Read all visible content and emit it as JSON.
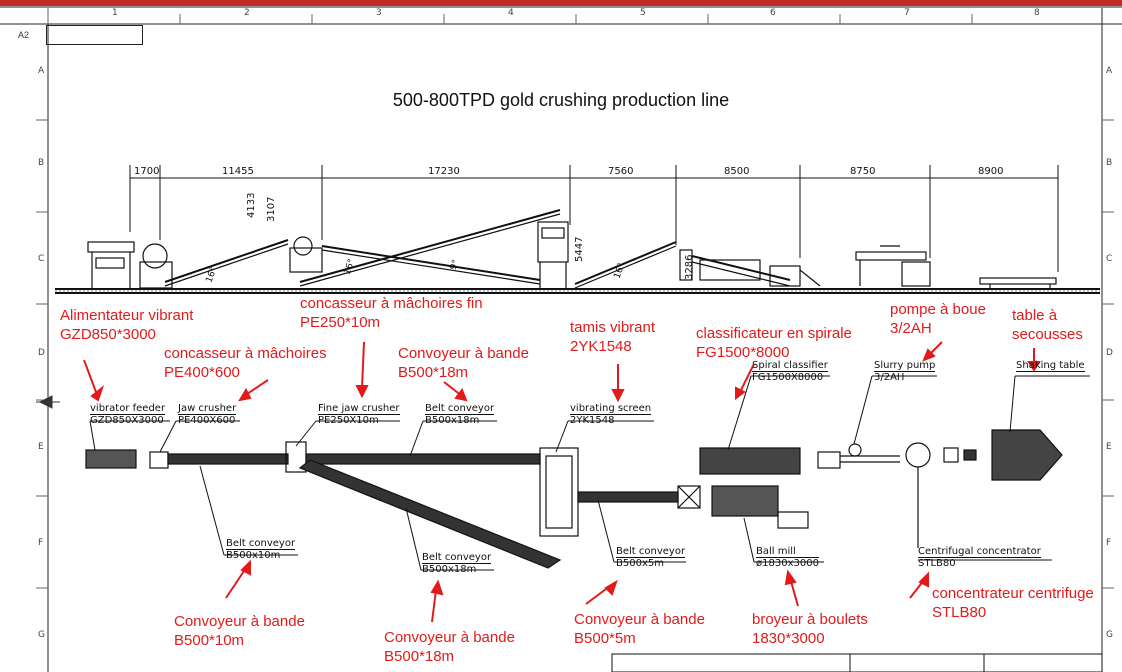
{
  "sheet": {
    "frame_label": "A2",
    "columns": [
      "1",
      "2",
      "3",
      "4",
      "5",
      "6",
      "7",
      "8"
    ],
    "rows": [
      "A",
      "B",
      "C",
      "D",
      "E",
      "F",
      "G"
    ]
  },
  "title": "500-800TPD gold crushing production line",
  "dimensions": {
    "horizontal": [
      "1700",
      "11455",
      "17230",
      "7560",
      "8500",
      "8750",
      "8900"
    ],
    "vertical": [
      "4133",
      "3107",
      "5447",
      "3286"
    ],
    "angles": [
      "16°",
      "16°",
      "9°",
      "16°"
    ]
  },
  "english_labels": {
    "vibrator_feeder": {
      "name": "vibrator feeder",
      "model": "GZD850X3000"
    },
    "jaw_crusher": {
      "name": "Jaw crusher",
      "model": "PE400X600"
    },
    "fine_jaw_crusher": {
      "name": "Fine jaw crusher",
      "model": "PE250X10m"
    },
    "belt_conveyor_top": {
      "name": "Belt conveyor",
      "model": "B500x18m"
    },
    "vibrating_screen": {
      "name": "vibrating screen",
      "model": "2YK1548"
    },
    "spiral_classifier": {
      "name": "Spiral classifier",
      "model": "FG1500X8000"
    },
    "slurry_pump": {
      "name": "Slurry pump",
      "model": "3/2AH"
    },
    "shaking_table": {
      "name": "Shaking table"
    },
    "belt_conveyor_1": {
      "name": "Belt conveyor",
      "model": "B500x10m"
    },
    "belt_conveyor_2": {
      "name": "Belt conveyor",
      "model": "B500x18m"
    },
    "belt_conveyor_3": {
      "name": "Belt conveyor",
      "model": "B500x5m"
    },
    "ball_mill": {
      "name": "Ball mill",
      "model": "ø1830x3000"
    },
    "centrifugal": {
      "name": "Centrifugal concentrator",
      "model": "STLB80"
    }
  },
  "french_labels": {
    "feeder": [
      "Alimentateur vibrant",
      "GZD850*3000"
    ],
    "fine_jaw": [
      "concasseur à mâchoires fin",
      "PE250*10m"
    ],
    "screen": [
      "tamis vibrant",
      "2YK1548"
    ],
    "classifier": [
      "classificateur en spirale",
      "FG1500*8000"
    ],
    "pump": [
      "pompe à boue",
      "3/2AH"
    ],
    "table": [
      "table à",
      "secousses"
    ],
    "jaw": [
      "concasseur à mâchoires",
      "PE400*600"
    ],
    "conveyor_top": [
      "Convoyeur à bande",
      "B500*18m"
    ],
    "conveyor_1": [
      "Convoyeur à bande",
      "B500*10m"
    ],
    "conveyor_2": [
      "Convoyeur à bande",
      "B500*18m"
    ],
    "conveyor_3": [
      "Convoyeur à bande",
      "B500*5m"
    ],
    "mill": [
      "broyeur à boulets",
      "1830*3000"
    ],
    "centrifugal": [
      "concentrateur centrifuge",
      "STLB80"
    ]
  },
  "colors": {
    "annotation": "#e21a1a",
    "drawing": "#111111",
    "frame": "#c22a2a"
  }
}
